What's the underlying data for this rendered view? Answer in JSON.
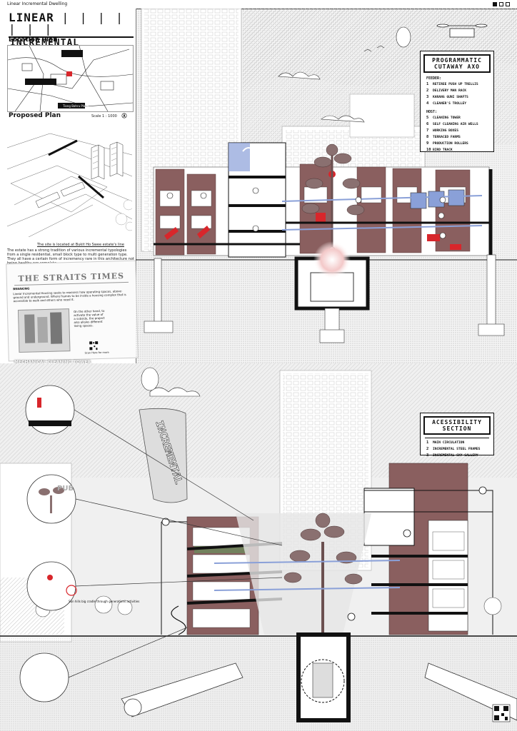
{
  "header": {
    "label": "Linear Incremental Dwelling"
  },
  "title": {
    "line1": "LINEAR",
    "line2": "INCREMENTAL DWELLING"
  },
  "location_plan": {
    "heading": "Location Plan",
    "labels": [
      "Tiong Bahru Plaza"
    ]
  },
  "proposed_plan": {
    "heading": "Proposed Plan",
    "scale": "Scale 1 : 1000",
    "caption": "The site is located at Bukit Ho Swee estate's line"
  },
  "intro_text": "The estate has a strong tradition of various incremental typologies from a single residential, small block type to multi generation type. They all have a certain form of incremency rare in this architecture not being healthy nor complete.",
  "newspaper": {
    "masthead": "THE STRAITS TIMES",
    "kicker": "BREAKING",
    "body": "Linear Incremental Housing seeks to reassess how operating spaces, above-ground and underground. Where frames to be inside a housing complex that is accessible to walk and others who need it.",
    "side_text": "On the other hand, to activate the value of a subsidy, the project also allows different living spaces.",
    "photo_label": "MECHANICAL CLEANING TOWER",
    "qr_caption": "Scan Here for more"
  },
  "axo_legend": {
    "title": "PROGRAMMATIC CUTAWAY AXO",
    "feeder_label": "FEEDER:",
    "feeder": [
      {
        "n": "1",
        "text": "RETIREE PUSH UP TRELLIS"
      },
      {
        "n": "2",
        "text": "DELIVERY MAN RACK"
      },
      {
        "n": "3",
        "text": "KARANG GUNI SHAFTS"
      },
      {
        "n": "4",
        "text": "CLEANER'S TROLLEY"
      }
    ],
    "host_label": "HOST:",
    "host": [
      {
        "n": "5",
        "text": "CLEANING TOWER"
      },
      {
        "n": "6",
        "text": "SELF CLEANING AIR WELLS"
      },
      {
        "n": "7",
        "text": "WORKING BOXES"
      },
      {
        "n": "8",
        "text": "TERRACED FARMS"
      },
      {
        "n": "9",
        "text": "PRODUCTION ROLLERS"
      },
      {
        "n": "10",
        "text": "BIRD TRACK"
      }
    ]
  },
  "section_legend": {
    "title": "ACESSIBILITY SECTION",
    "items": [
      {
        "n": "1",
        "text": "MAIN CIRCULATION"
      },
      {
        "n": "2",
        "text": "INCREMENTAL STEEL FRAMES"
      },
      {
        "n": "3",
        "text": "INCREMENTAL SKY GALLERY"
      }
    ]
  },
  "banner": {
    "text": "INCREMENTAL"
  },
  "callouts": {
    "pub_label": "PUB",
    "bubble_text": "Sun hills big cradle through generations activities"
  },
  "colors": {
    "brick": "#8a5f5f",
    "accent_red": "#d8262b",
    "steel_blue": "#8aa0d8",
    "ink": "#111111",
    "sky_hatch": "#cfcfcf"
  }
}
